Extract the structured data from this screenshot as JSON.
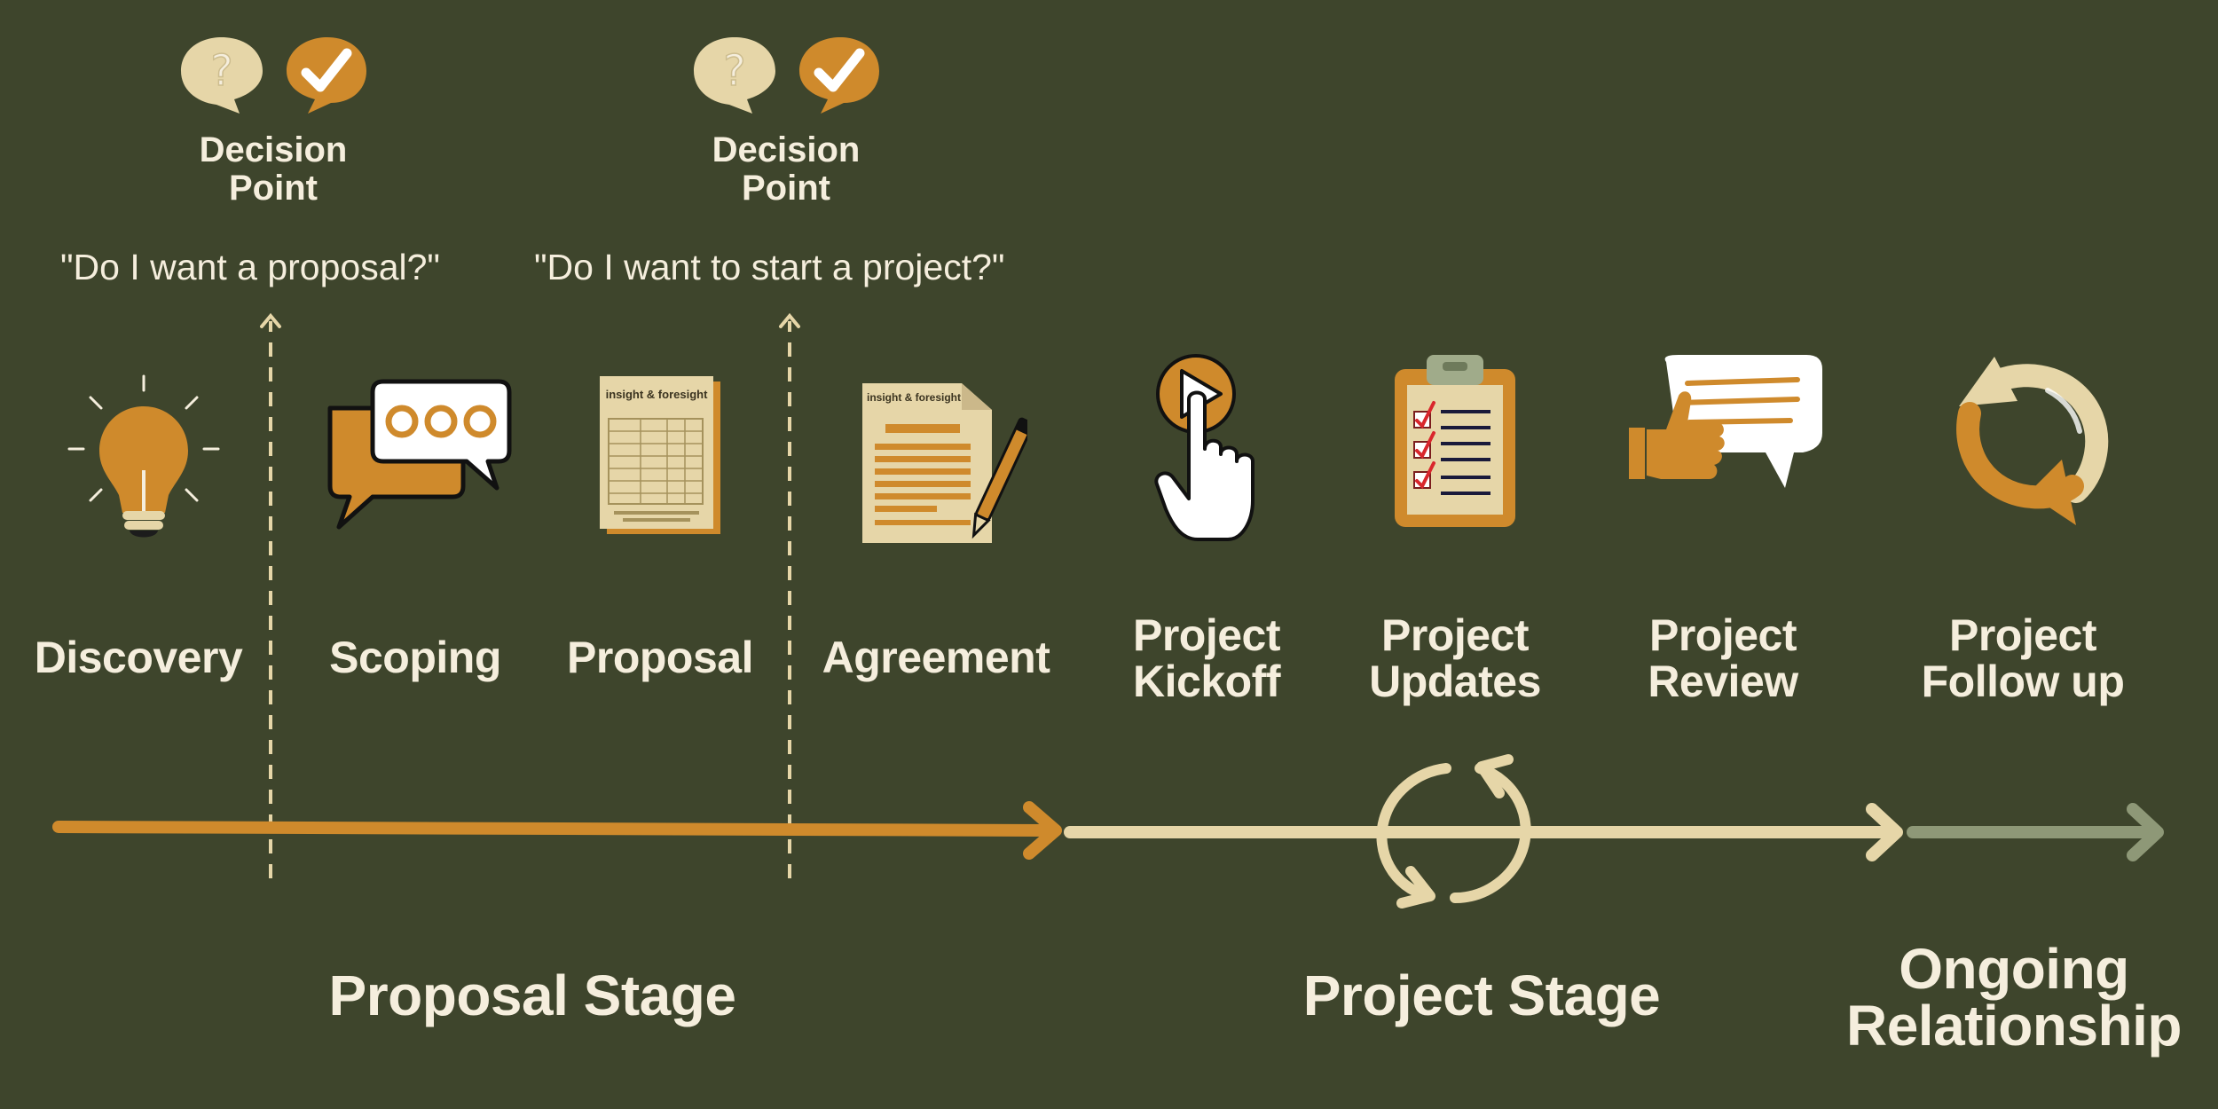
{
  "decision_points": [
    {
      "title": "Decision\nPoint",
      "question": "\"Do I want a proposal?\""
    },
    {
      "title": "Decision\nPoint",
      "question": "\"Do I want to start a project?\""
    }
  ],
  "steps": [
    {
      "label": "Discovery",
      "icon": "lightbulb-icon"
    },
    {
      "label": "Scoping",
      "icon": "speech-bubbles-icon"
    },
    {
      "label": "Proposal",
      "icon": "proposal-document-icon"
    },
    {
      "label": "Agreement",
      "icon": "signed-agreement-icon"
    },
    {
      "label": "Project\nKickoff",
      "icon": "play-click-icon"
    },
    {
      "label": "Project\nUpdates",
      "icon": "clipboard-checklist-icon"
    },
    {
      "label": "Project\nReview",
      "icon": "thumbs-up-feedback-icon"
    },
    {
      "label": "Project\nFollow up",
      "icon": "recycle-arrows-icon"
    }
  ],
  "document_brand": "insight & foresight",
  "stages": {
    "proposal": "Proposal Stage",
    "project": "Project Stage",
    "ongoing": "Ongoing\nRelationship"
  },
  "colors": {
    "background": "#3e452c",
    "accent_orange": "#cf8a2c",
    "cream": "#e6d6a8",
    "text": "#f5eedd",
    "sage": "#8e9877"
  }
}
